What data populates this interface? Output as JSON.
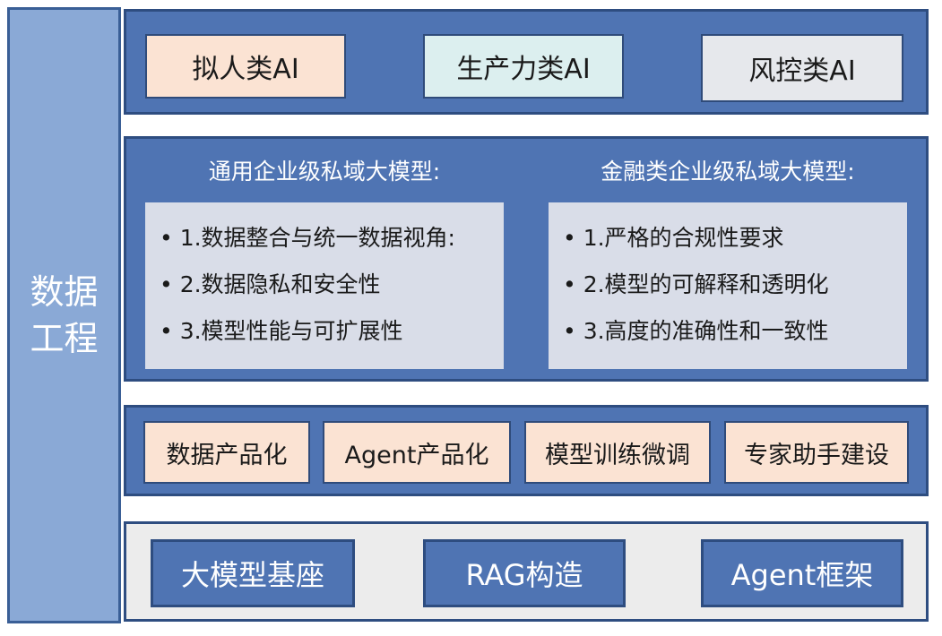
{
  "left_label": "数据工程",
  "top_row": [
    "拟人类AI",
    "生产力类AI",
    "风控类AI"
  ],
  "panels": [
    {
      "title": "通用企业级私域大模型:",
      "items": [
        "• 1.数据整合与统一数据视角:",
        "• 2.数据隐私和安全性",
        "• 3.模型性能与可扩展性"
      ]
    },
    {
      "title": "金融类企业级私域大模型:",
      "items": [
        "• 1.严格的合规性要求",
        "• 2.模型的可解释和透明化",
        "• 3.高度的准确性和一致性"
      ]
    }
  ],
  "services": [
    "数据产品化",
    "Agent产品化",
    "模型训练微调",
    "专家助手建设"
  ],
  "foundation": [
    "大模型基座",
    "RAG构造",
    "Agent框架"
  ]
}
